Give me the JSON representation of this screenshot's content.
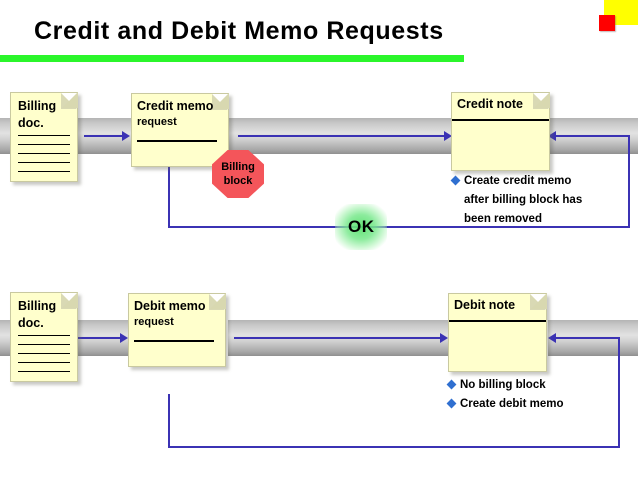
{
  "slide": {
    "title": "Credit and Debit Memo Requests",
    "accent_underline_color": "#2bf62b",
    "corner_yellow_color": "#ffff00",
    "corner_red_color": "#ff0000"
  },
  "flows": [
    {
      "id": "credit",
      "source": {
        "title": "Billing",
        "subtitle": "doc.",
        "ruled_lines": 5
      },
      "request": {
        "title": "Credit memo",
        "subtitle": "request"
      },
      "block": {
        "line1": "Billing",
        "line2": "block",
        "color": "#f4555a"
      },
      "result": {
        "title": "Credit note"
      },
      "gate": {
        "label": "OK",
        "glow_color": "#5ae16e"
      },
      "notes": [
        "Create credit memo",
        "after billing block has",
        "been removed"
      ]
    },
    {
      "id": "debit",
      "source": {
        "title": "Billing",
        "subtitle": "doc.",
        "ruled_lines": 5
      },
      "request": {
        "title": "Debit memo",
        "subtitle": "request"
      },
      "block": null,
      "result": {
        "title": "Debit note"
      },
      "gate": null,
      "notes": [
        "No billing block",
        "Create debit memo"
      ]
    }
  ],
  "colors": {
    "document_fill": "#ffffcc",
    "connector_blue": "#3b32b4",
    "pipe_gray": "#c8c8c8",
    "bullet_blue": "#2f6fd0"
  },
  "icons": {
    "arrow_forward": "arrow-right-icon",
    "arrow_return": "arrow-left-icon",
    "stop_sign": "octagon-stop-icon",
    "document": "document-page-icon"
  }
}
